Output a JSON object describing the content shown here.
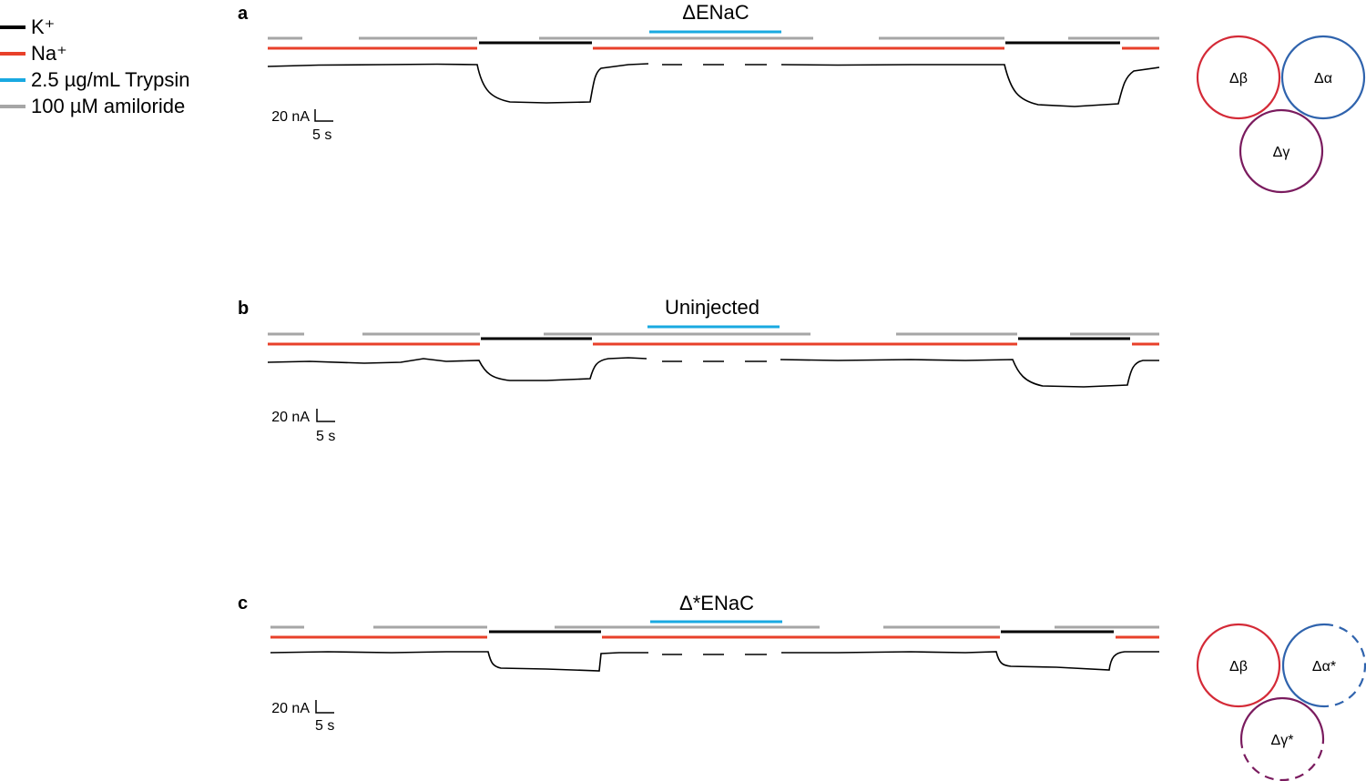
{
  "legend": {
    "items": [
      {
        "label": "K⁺",
        "color": "#000000"
      },
      {
        "label": "Na⁺",
        "color": "#e8402a"
      },
      {
        "label": "2.5 µg/mL Trypsin",
        "color": "#19a9e1"
      },
      {
        "label": "100 µM amiloride",
        "color": "#a6a6a6"
      }
    ]
  },
  "panels": [
    {
      "letter": "a",
      "title": "ΔENaC",
      "scale_y": "20 nA",
      "scale_x": "5 s",
      "subunits": [
        "Δβ",
        "Δα",
        "Δγ"
      ]
    },
    {
      "letter": "b",
      "title": "Uninjected",
      "scale_y": "20 nA",
      "scale_x": "5 s",
      "subunits": []
    },
    {
      "letter": "c",
      "title": "Δ*ENaC",
      "scale_y": "20 nA",
      "scale_x": "5 s",
      "subunits": [
        "Δβ",
        "Δα*",
        "Δγ*"
      ]
    }
  ],
  "colors": {
    "k": "#000000",
    "na": "#e8402a",
    "trypsin": "#19a9e1",
    "amiloride": "#a6a6a6",
    "beta": "#d42a37",
    "alpha": "#2f63ad",
    "gamma": "#7a1b5e"
  }
}
